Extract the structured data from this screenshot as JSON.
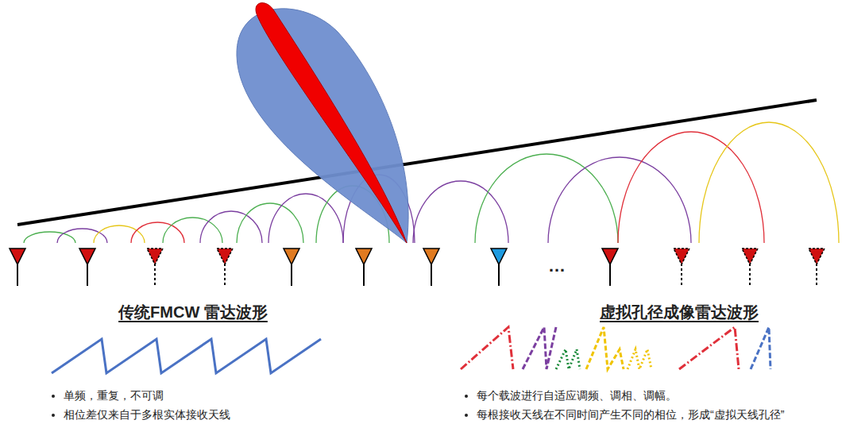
{
  "diagram": {
    "labels": [
      "…",
      "传统FMCW 雷达波形",
      "虚拟孔径成像雷达波形",
      "单频，重复，不可调",
      "相位差仅来自于多根实体接收天线",
      "每个载波进行自适应调频、调相、调幅。",
      "每根接收天线在不同时间产生不同的相位，形成“虚拟天线孔径”"
    ]
  }
}
